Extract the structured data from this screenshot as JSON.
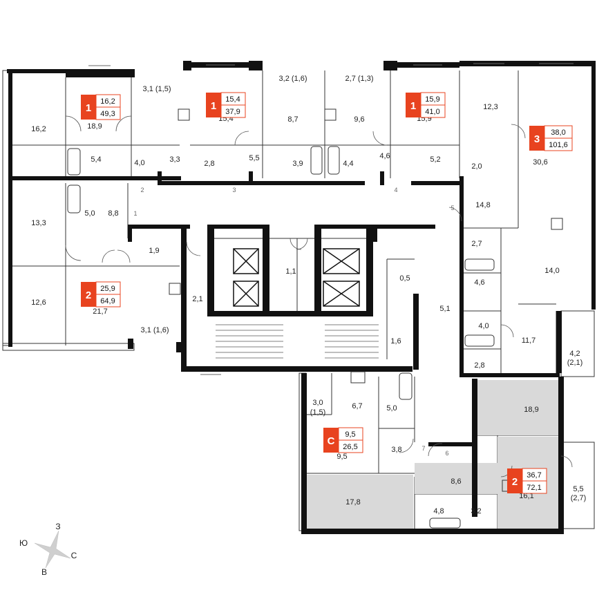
{
  "colors": {
    "wall": "#111111",
    "thin": "#333333",
    "accent": "#e8431f",
    "highlight_fill": "#d9d9d9",
    "badge_border": "#e8431f"
  },
  "apartments": [
    {
      "id": "apt-1-a",
      "rooms": "1",
      "living": "16,2",
      "total": "49,3"
    },
    {
      "id": "apt-1-b",
      "rooms": "1",
      "living": "15,4",
      "total": "37,9"
    },
    {
      "id": "apt-1-c",
      "rooms": "1",
      "living": "15,9",
      "total": "41,0"
    },
    {
      "id": "apt-3",
      "rooms": "3",
      "living": "38,0",
      "total": "101,6"
    },
    {
      "id": "apt-2-a",
      "rooms": "2",
      "living": "25,9",
      "total": "64,9"
    },
    {
      "id": "apt-studio",
      "rooms": "С",
      "living": "9,5",
      "total": "26,5"
    },
    {
      "id": "apt-2-b",
      "rooms": "2",
      "living": "36,7",
      "total": "72,1"
    }
  ],
  "rooms": [
    {
      "id": "r1",
      "text": "16,2"
    },
    {
      "id": "r2",
      "text": "18,9"
    },
    {
      "id": "r3",
      "text": "3,1 (1,5)"
    },
    {
      "id": "r4",
      "text": "15,4"
    },
    {
      "id": "r5",
      "text": "3,2 (1,6)"
    },
    {
      "id": "r6",
      "text": "8,7"
    },
    {
      "id": "r7",
      "text": "2,7 (1,3)"
    },
    {
      "id": "r8",
      "text": "9,6"
    },
    {
      "id": "r9",
      "text": "15,9"
    },
    {
      "id": "r10",
      "text": "12,3"
    },
    {
      "id": "r11",
      "text": "30,6"
    },
    {
      "id": "r12",
      "text": "5,4"
    },
    {
      "id": "r13",
      "text": "4,0"
    },
    {
      "id": "r14",
      "text": "3,3"
    },
    {
      "id": "r15",
      "text": "2,8"
    },
    {
      "id": "r16",
      "text": "5,5"
    },
    {
      "id": "r17",
      "text": "3,9"
    },
    {
      "id": "r18",
      "text": "4,4"
    },
    {
      "id": "r19",
      "text": "4,6"
    },
    {
      "id": "r20",
      "text": "5,2"
    },
    {
      "id": "r21",
      "text": "2,0"
    },
    {
      "id": "r22",
      "text": "13,3"
    },
    {
      "id": "r23",
      "text": "5,0"
    },
    {
      "id": "r24",
      "text": "8,8"
    },
    {
      "id": "r25",
      "text": "14,8"
    },
    {
      "id": "r26",
      "text": "1,9"
    },
    {
      "id": "r27",
      "text": "1,1"
    },
    {
      "id": "r28",
      "text": "2,7"
    },
    {
      "id": "r29",
      "text": "14,0"
    },
    {
      "id": "r30",
      "text": "0,5"
    },
    {
      "id": "r31",
      "text": "4,6"
    },
    {
      "id": "r32",
      "text": "12,6"
    },
    {
      "id": "r33",
      "text": "21,7"
    },
    {
      "id": "r34",
      "text": "2,1"
    },
    {
      "id": "r35",
      "text": "5,1"
    },
    {
      "id": "r36",
      "text": "4,0"
    },
    {
      "id": "r37",
      "text": "3,1 (1,6)"
    },
    {
      "id": "r38",
      "text": "1,6"
    },
    {
      "id": "r39",
      "text": "11,7"
    },
    {
      "id": "r40",
      "text": "4,2"
    },
    {
      "id": "r41",
      "text": "(2,1)"
    },
    {
      "id": "r42",
      "text": "2,8"
    },
    {
      "id": "r43",
      "text": "6,7"
    },
    {
      "id": "r44",
      "text": "3,0"
    },
    {
      "id": "r45",
      "text": "(1,5)"
    },
    {
      "id": "r46",
      "text": "5,0"
    },
    {
      "id": "r47",
      "text": "18,9"
    },
    {
      "id": "r48",
      "text": "9,5"
    },
    {
      "id": "r49",
      "text": "3,8"
    },
    {
      "id": "r50",
      "text": "8,6"
    },
    {
      "id": "r51",
      "text": "16,1"
    },
    {
      "id": "r52",
      "text": "5,5"
    },
    {
      "id": "r53",
      "text": "(2,7)"
    },
    {
      "id": "r54",
      "text": "17,8"
    },
    {
      "id": "r55",
      "text": "4,8"
    },
    {
      "id": "r56",
      "text": "3,2"
    }
  ],
  "door_numbers": [
    "1",
    "2",
    "3",
    "4",
    "5",
    "6",
    "7"
  ],
  "compass": {
    "north": "З",
    "west": "Ю",
    "east": "С",
    "south": "В"
  }
}
